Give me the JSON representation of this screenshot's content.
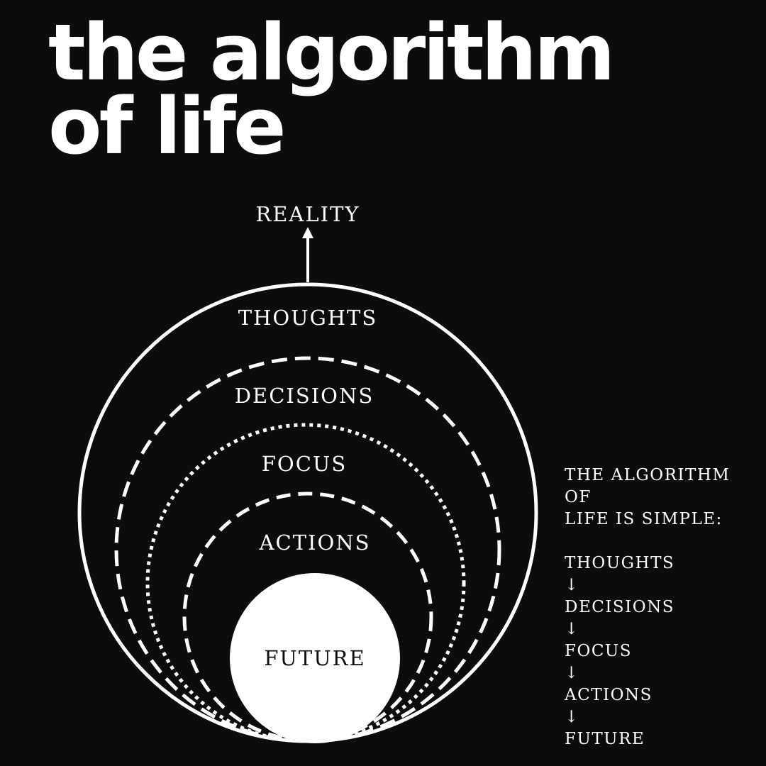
{
  "title": {
    "line1": "the algorithm",
    "line2": "of life"
  },
  "diagram": {
    "top_label": "REALITY",
    "rings": [
      {
        "label": "THOUGHTS",
        "stroke": "solid"
      },
      {
        "label": "DECISIONS",
        "stroke": "dashed"
      },
      {
        "label": "FOCUS",
        "stroke": "dotted"
      },
      {
        "label": "ACTIONS",
        "stroke": "dashed"
      }
    ],
    "core_label": "FUTURE"
  },
  "sidebar": {
    "intro_line1": "THE ALGORITHM OF",
    "intro_line2": "LIFE IS SIMPLE:",
    "steps": [
      "THOUGHTS",
      "DECISIONS",
      "FOCUS",
      "ACTIONS",
      "FUTURE"
    ],
    "arrow": "↓"
  },
  "colors": {
    "background": "#0c0c0c",
    "foreground": "#ffffff"
  }
}
